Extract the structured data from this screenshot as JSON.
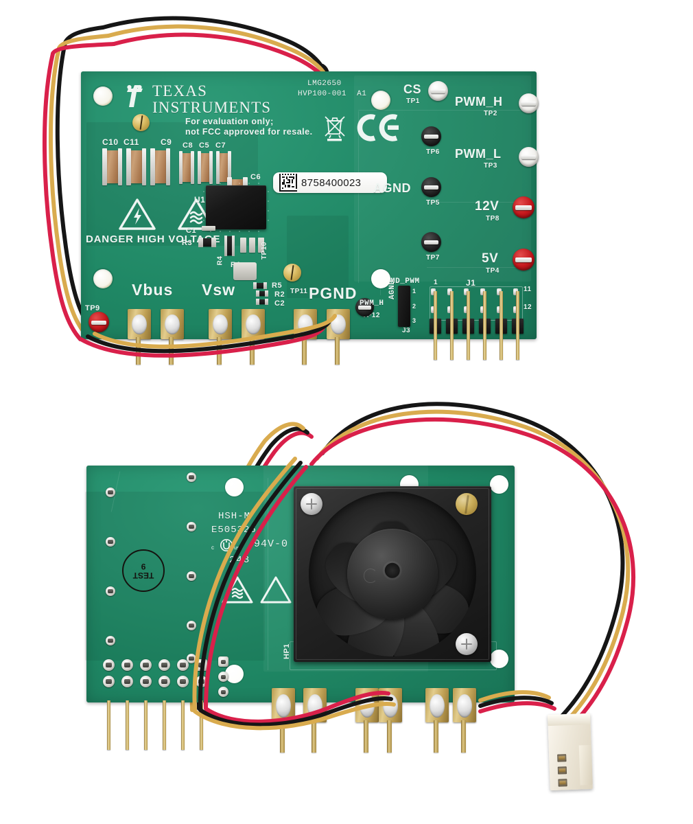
{
  "scene": {
    "description": "Product photograph of Texas Instruments LMG2650 HVP100-001 evaluation module, top board and bottom board with cooling fan, on white background",
    "background_color": "#ffffff",
    "pcb_color": "#1f8764",
    "silkscreen_color": "#eef5f2"
  },
  "top_board": {
    "brand": {
      "line1": "TEXAS",
      "line2": "INSTRUMENTS",
      "logo_icon": "ti-logo-icon"
    },
    "part_marking": {
      "device": "LMG2650",
      "board": "HVP100-001",
      "revision": "A1"
    },
    "disclaimer": {
      "line1": "For evaluation only;",
      "line2": "not FCC approved for resale."
    },
    "danger_text": "DANGER HIGH VOLTAGE",
    "compliance_marks": [
      "weee-icon",
      "ce-icon"
    ],
    "warning_icons": [
      "high-voltage-triangle-icon",
      "hot-surface-triangle-icon"
    ],
    "barcode_label": {
      "serial": "8758400023",
      "code_type": "datamatrix-icon"
    },
    "capacitors": [
      "C10",
      "C11",
      "C9",
      "C8",
      "C5",
      "C7",
      "C6"
    ],
    "ic_designator": "U1",
    "passives": [
      "C1",
      "R3",
      "R1",
      "R4",
      "R5",
      "R2",
      "C2"
    ],
    "power_terminals": [
      {
        "label": "Vbus"
      },
      {
        "label": "Vsw"
      },
      {
        "label": "PGND"
      }
    ],
    "test_points": [
      {
        "signal": "CS",
        "designator": "TP1",
        "color": "white"
      },
      {
        "signal": "PWM_H",
        "designator": "TP2",
        "color": "white"
      },
      {
        "signal": "PWM_L",
        "designator": "TP3",
        "color": "white"
      },
      {
        "signal": "5V",
        "designator": "TP4",
        "color": "red"
      },
      {
        "signal": "AGND",
        "designator": "TP5",
        "color": "black"
      },
      {
        "signal": "",
        "designator": "TP6",
        "color": "black"
      },
      {
        "signal": "",
        "designator": "TP7",
        "color": "black"
      },
      {
        "signal": "12V",
        "designator": "TP8",
        "color": "red"
      },
      {
        "signal": "",
        "designator": "TP9",
        "color": "red"
      },
      {
        "signal": "",
        "designator": "TP10",
        "color": "pad"
      },
      {
        "signal": "",
        "designator": "TP11",
        "color": "pad"
      },
      {
        "signal": "",
        "designator": "TP12",
        "color": "black"
      }
    ],
    "connectors": {
      "j1": {
        "designator": "J1",
        "pin_labels": [
          "1",
          "11",
          "12"
        ],
        "pin_count": 12
      },
      "j3": {
        "designator": "J3",
        "options": [
          "MD_PWM",
          "PWM_H",
          "AGND"
        ],
        "jumper_fitted": true
      }
    }
  },
  "bottom_board": {
    "ul_markings": {
      "material": "HSH-M",
      "file_number": "E505326",
      "flame_rating": "94V-0",
      "date_code": "243",
      "ul_icon": "cul-us-icon"
    },
    "test_stamp": {
      "line1": "TEST",
      "line2": "9"
    },
    "warning_icons": [
      "hot-surface-triangle-icon",
      "high-voltage-triangle-icon"
    ],
    "heatsink_designator": "HP1",
    "fan": {
      "type": "40mm axial dc fan",
      "blade_count": 7,
      "housing_color": "#141414",
      "mount_screws": 2
    },
    "connector": {
      "type": "3-pin housing",
      "color": "#efe9dc",
      "position_count": 3
    }
  },
  "wiring": {
    "conductors": [
      {
        "name": "power-positive",
        "color": "#d9204a"
      },
      {
        "name": "tach-signal",
        "color": "#d9ab4e"
      },
      {
        "name": "power-ground",
        "color": "#161616"
      }
    ]
  }
}
